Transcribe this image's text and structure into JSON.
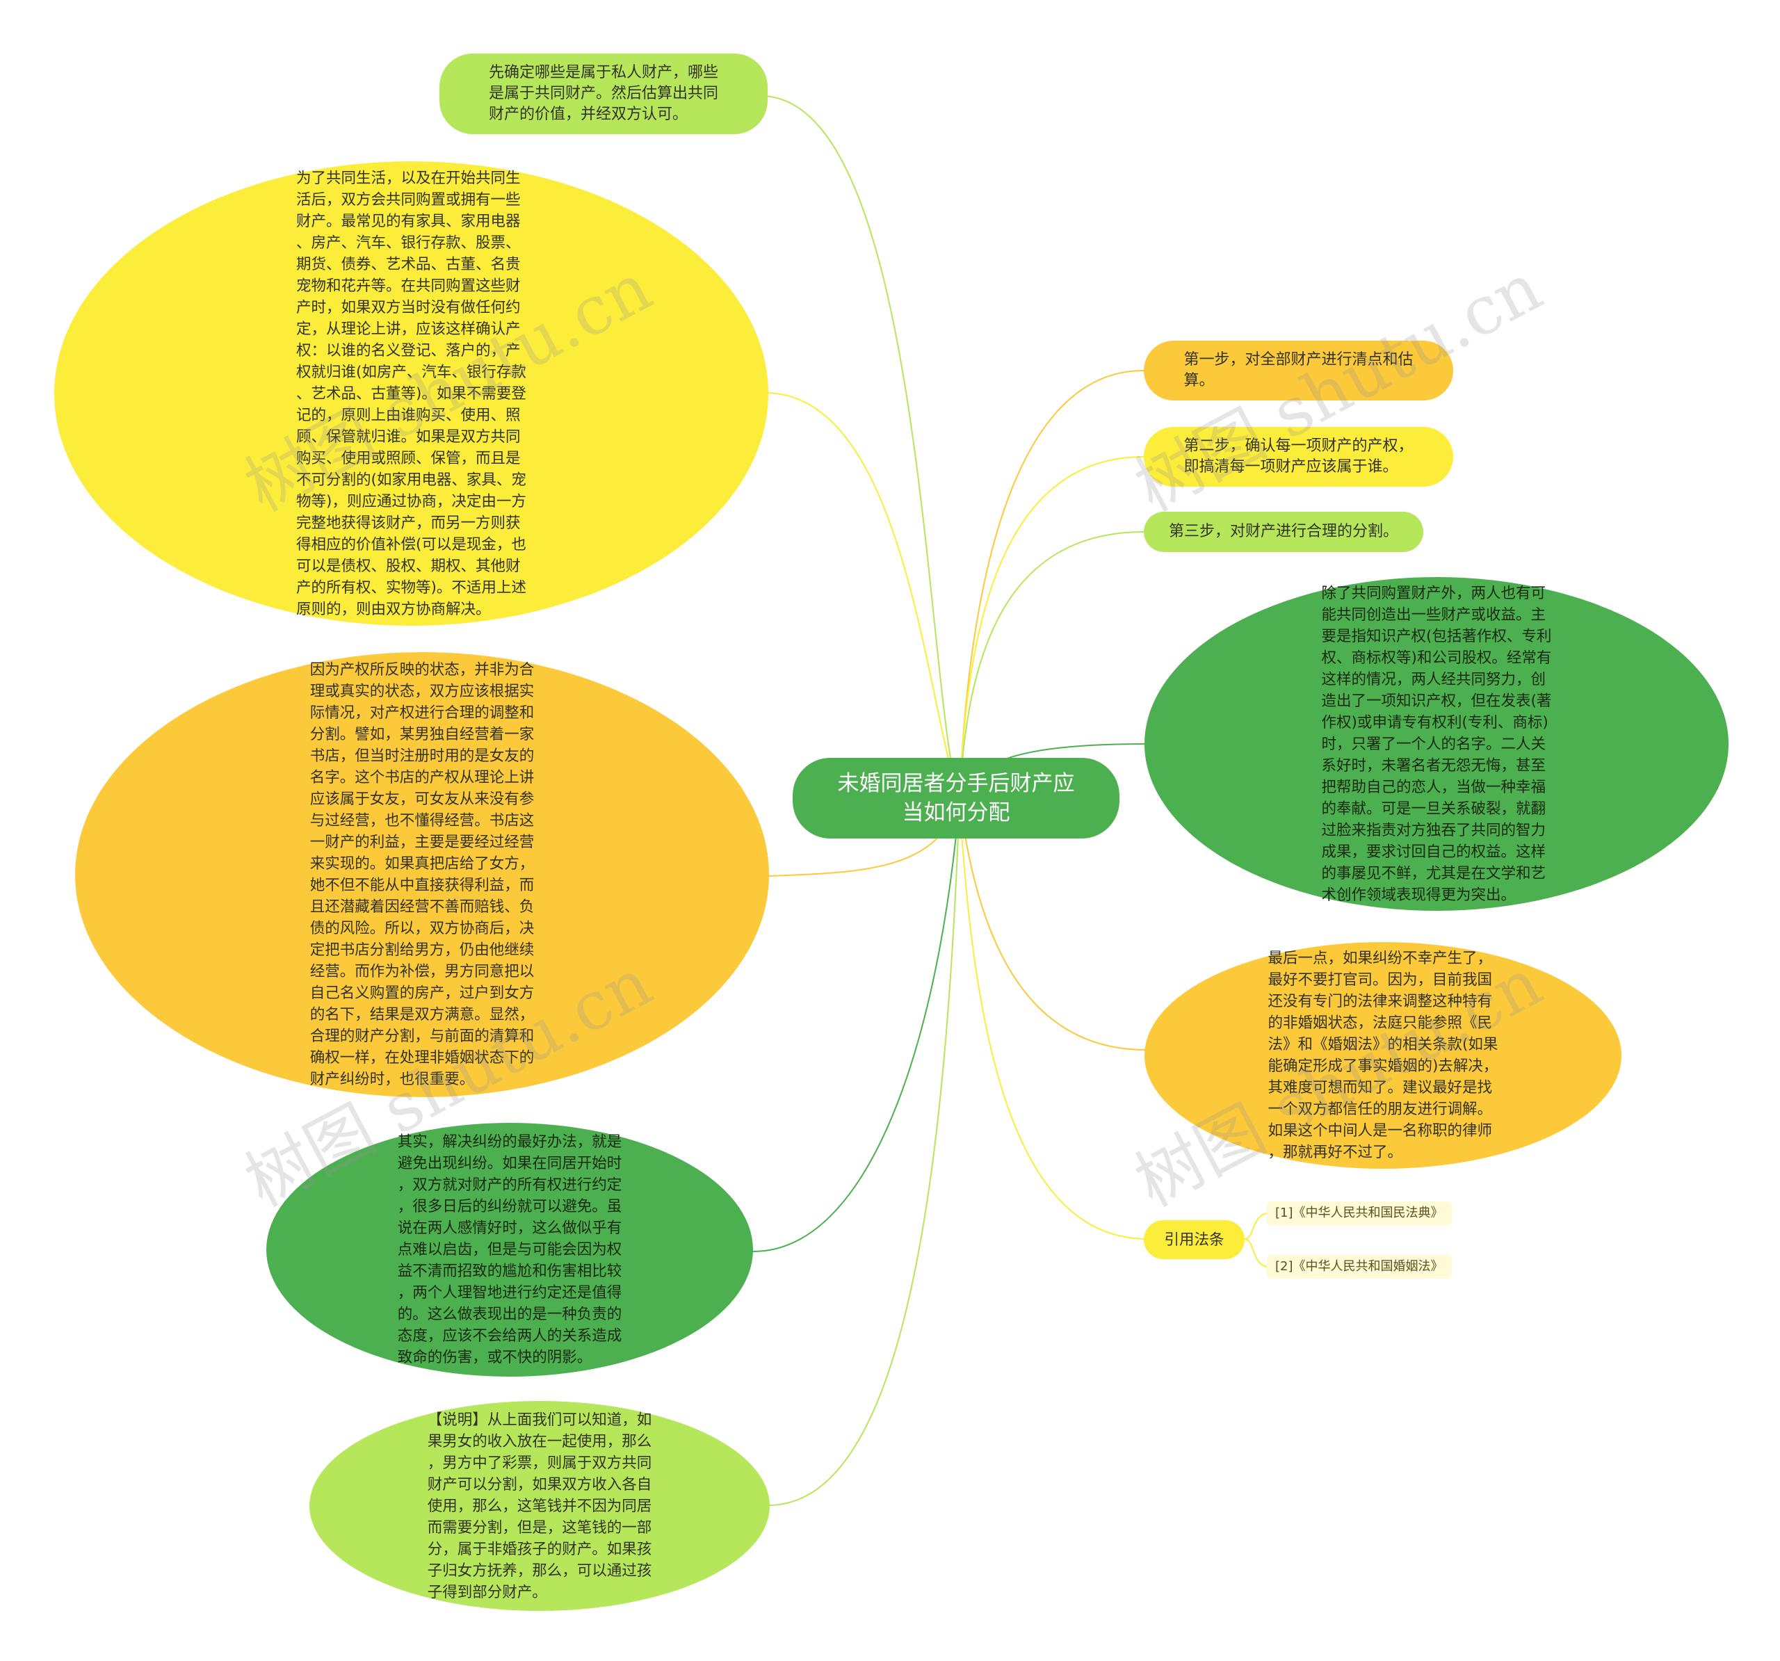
{
  "root": {
    "title": "未婚同居者分手后财产应\n当如何分配"
  },
  "left_nodes": [
    {
      "text": "先确定哪些是属于私人财产，哪些\n是属于共同财产。然后估算出共同\n财产的价值，并经双方认可。"
    },
    {
      "text": "为了共同生活，以及在开始共同生\n活后，双方会共同购置或拥有一些\n财产。最常见的有家具、家用电器\n、房产、汽车、银行存款、股票、\n期货、债券、艺术品、古董、名贵\n宠物和花卉等。在共同购置这些财\n产时，如果双方当时没有做任何约\n定，从理论上讲，应该这样确认产\n权：以谁的名义登记、落户的，产\n权就归谁(如房产、汽车、银行存款\n、艺术品、古董等)。如果不需要登\n记的，原则上由谁购买、使用、照\n顾、保管就归谁。如果是双方共同\n购买、使用或照顾、保管，而且是\n不可分割的(如家用电器、家具、宠\n物等)，则应通过协商，决定由一方\n完整地获得该财产，而另一方则获\n得相应的价值补偿(可以是现金，也\n可以是债权、股权、期权、其他财\n产的所有权、实物等)。不适用上述\n原则的，则由双方协商解决。"
    },
    {
      "text": "因为产权所反映的状态，并非为合\n理或真实的状态，双方应该根据实\n际情况，对产权进行合理的调整和\n分割。譬如，某男独自经营着一家\n书店，但当时注册时用的是女友的\n名字。这个书店的产权从理论上讲\n应该属于女友，可女友从来没有参\n与过经营，也不懂得经营。书店这\n一财产的利益，主要是要经过经营\n来实现的。如果真把店给了女方，\n她不但不能从中直接获得利益，而\n且还潜藏着因经营不善而赔钱、负\n债的风险。所以，双方协商后，决\n定把书店分割给男方，仍由他继续\n经营。而作为补偿，男方同意把以\n自己名义购置的房产，过户到女方\n的名下，结果是双方满意。显然，\n合理的财产分割，与前面的清算和\n确权一样，在处理非婚姻状态下的\n财产纠纷时，也很重要。"
    },
    {
      "text": "其实，解决纠纷的最好办法，就是\n避免出现纠纷。如果在同居开始时\n，双方就对财产的所有权进行约定\n，很多日后的纠纷就可以避免。虽\n说在两人感情好时，这么做似乎有\n点难以启齿，但是与可能会因为权\n益不清而招致的尴尬和伤害相比较\n，两个人理智地进行约定还是值得\n的。这么做表现出的是一种负责的\n态度，应该不会给两人的关系造成\n致命的伤害，或不快的阴影。"
    },
    {
      "text": "【说明】从上面我们可以知道，如\n果男女的收入放在一起使用，那么\n，男方中了彩票，则属于双方共同\n财产可以分割，如果双方收入各自\n使用，那么，这笔钱并不因为同居\n而需要分割，但是，这笔钱的一部\n分，属于非婚孩子的财产。如果孩\n子归女方抚养，那么，可以通过孩\n子得到部分财产。"
    }
  ],
  "right_nodes": [
    {
      "text": "第一步，对全部财产进行清点和估\n算。"
    },
    {
      "text": "第二步，确认每一项财产的产权，\n即搞清每一项财产应该属于谁。"
    },
    {
      "text": "第三步，对财产进行合理的分割。"
    },
    {
      "text": "除了共同购置财产外，两人也有可\n能共同创造出一些财产或收益。主\n要是指知识产权(包括著作权、专利\n权、商标权等)和公司股权。经常有\n这样的情况，两人经共同努力，创\n造出了一项知识产权，但在发表(著\n作权)或申请专有权利(专利、商标)\n时，只署了一个人的名字。二人关\n系好时，未署名者无怨无悔，甚至\n把帮助自己的恋人，当做一种幸福\n的奉献。可是一旦关系破裂，就翻\n过脸来指责对方独吞了共同的智力\n成果，要求讨回自己的权益。这样\n的事屡见不鲜，尤其是在文学和艺\n术创作领域表现得更为突出。"
    },
    {
      "text": "最后一点，如果纠纷不幸产生了，\n最好不要打官司。因为，目前我国\n还没有专门的法律来调整这种特有\n的非婚姻状态，法庭只能参照《民\n法》和《婚姻法》的相关条款(如果\n能确定形成了事实婚姻的)去解决，\n其难度可想而知了。建议最好是找\n一个双方都信任的朋友进行调解。\n如果这个中间人是一名称职的律师\n，那就再好不过了。"
    },
    {
      "text": "引用法条"
    }
  ],
  "references": [
    {
      "text": "[1]《中华人民共和国民法典》"
    },
    {
      "text": "[2]《中华人民共和国婚姻法》"
    }
  ],
  "watermark": "树图 shutu.cn",
  "colors": {
    "root": "#4caf50",
    "yellow": "#fced3a",
    "orange": "#fcc93a",
    "green": "#4caf50",
    "lime": "#b6e65a",
    "reference_bg": "#fffbd6"
  }
}
